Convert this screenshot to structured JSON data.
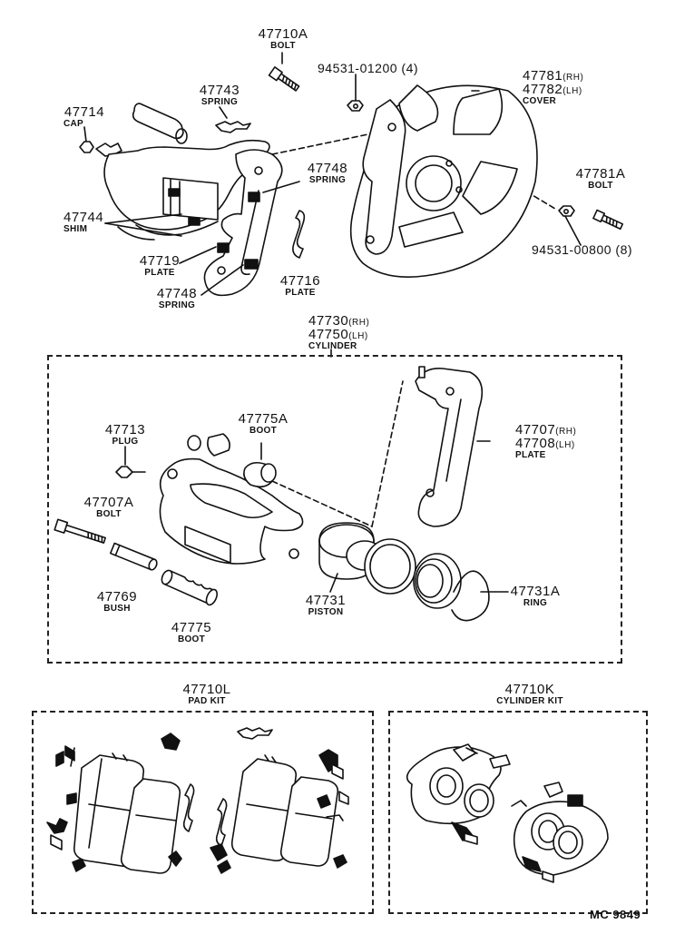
{
  "labels": {
    "p47710A": {
      "pn": "47710A",
      "nm": "BOLT"
    },
    "p94531_01200": {
      "pn": "94531-01200 (4)"
    },
    "p47743": {
      "pn": "47743",
      "nm": "SPRING"
    },
    "p47714": {
      "pn": "47714",
      "nm": "CAP"
    },
    "p47781": {
      "pn1": "47781",
      "sfx1": "(RH)",
      "pn2": "47782",
      "sfx2": "(LH)",
      "nm": "COVER"
    },
    "p47748a": {
      "pn": "47748",
      "nm": "SPRING"
    },
    "p47781A": {
      "pn": "47781A",
      "nm": "BOLT"
    },
    "p47744": {
      "pn": "47744",
      "nm": "SHIM"
    },
    "p94531_00800": {
      "pn": "94531-00800 (8)"
    },
    "p47719": {
      "pn": "47719",
      "nm": "PLATE"
    },
    "p47716": {
      "pn": "47716",
      "nm": "PLATE"
    },
    "p47748b": {
      "pn": "47748",
      "nm": "SPRING"
    },
    "p47730": {
      "pn1": "47730",
      "sfx1": "(RH)",
      "pn2": "47750",
      "sfx2": "(LH)",
      "nm": "CYLINDER"
    },
    "p47713": {
      "pn": "47713",
      "nm": "PLUG"
    },
    "p47775A": {
      "pn": "47775A",
      "nm": "BOOT"
    },
    "p47707": {
      "pn1": "47707",
      "sfx1": "(RH)",
      "pn2": "47708",
      "sfx2": "(LH)",
      "nm": "PLATE"
    },
    "p47707A": {
      "pn": "47707A",
      "nm": "BOLT"
    },
    "p47769": {
      "pn": "47769",
      "nm": "BUSH"
    },
    "p47775": {
      "pn": "47775",
      "nm": "BOOT"
    },
    "p47731": {
      "pn": "47731",
      "nm": "PISTON"
    },
    "p47731A": {
      "pn": "47731A",
      "nm": "RING"
    },
    "p47710L": {
      "pn": "47710L",
      "nm": "PAD KIT"
    },
    "p47710K": {
      "pn": "47710K",
      "nm": "CYLINDER KIT"
    }
  },
  "footer": {
    "code": "MC  9849"
  }
}
